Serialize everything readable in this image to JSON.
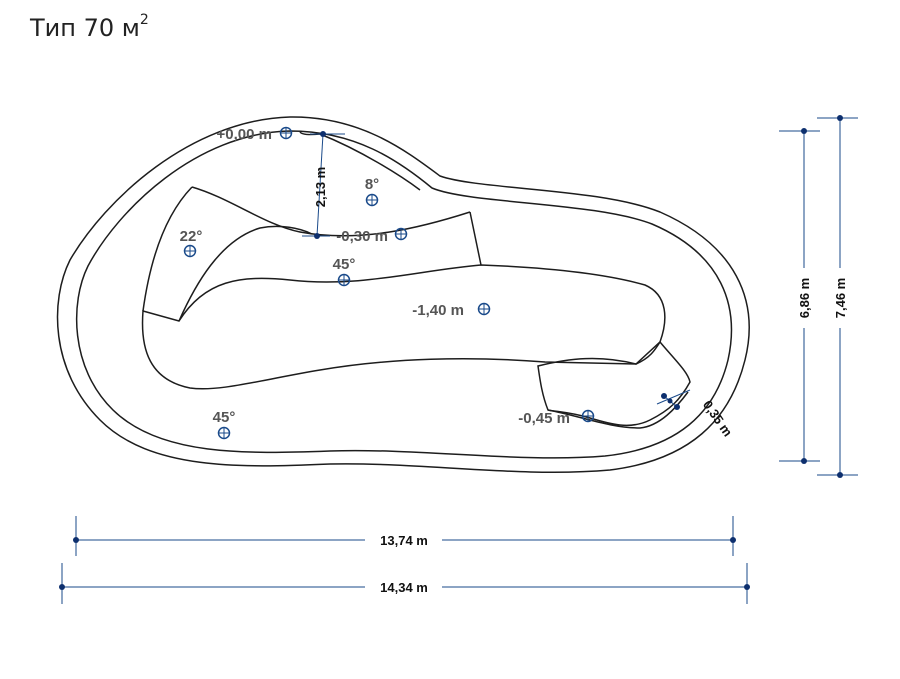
{
  "title": {
    "text": "Тип 70 м",
    "sup": "2"
  },
  "levels": {
    "top": "+0,00 m",
    "shelf": "-0,30 m",
    "deep": "-1,40 m",
    "step": "-0,45 m"
  },
  "slopes": {
    "a": "8°",
    "b": "22°",
    "c": "45°",
    "d": "45°"
  },
  "dimensions": {
    "shelf_depth": "2,13 m",
    "rim": "0,35 m",
    "inner_width": "6,86 m",
    "outer_width": "7,46 m",
    "inner_length": "13,74 m",
    "outer_length": "14,34 m"
  }
}
